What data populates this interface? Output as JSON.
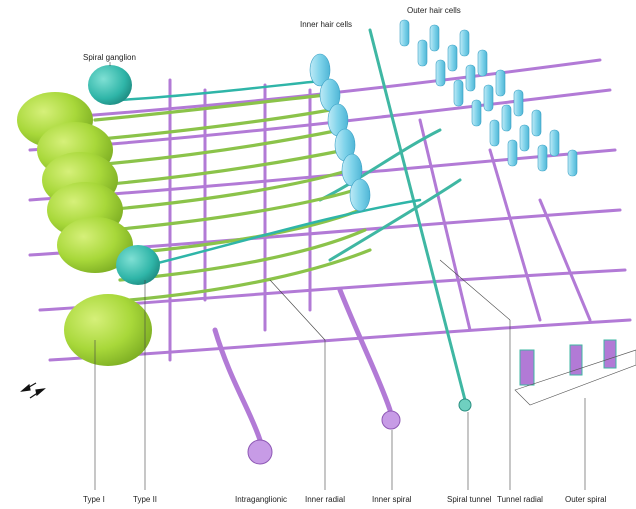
{
  "labels": {
    "spiral_ganglion": "Spiral ganglion",
    "inner_hair_cells": "Inner hair cells",
    "outer_hair_cells": "Outer hair cells",
    "type_i": "Type I",
    "type_ii": "Type II",
    "intraganglionic": "Intraganglionic",
    "inner_radial": "Inner radial",
    "inner_spiral": "Inner spiral",
    "spiral_tunnel": "Spiral tunnel",
    "tunnel_radial": "Tunnel radial",
    "outer_spiral": "Outer spiral"
  },
  "colors": {
    "type_i_neuron": "#a8d83a",
    "type_ii_neuron": "#2fb5a8",
    "radial_fiber": "#8bc34a",
    "spiral_fiber": "#b27ad6",
    "hair_cell": "#7fd3ea",
    "spiral_tunnel_fiber": "#3fb7a3"
  }
}
